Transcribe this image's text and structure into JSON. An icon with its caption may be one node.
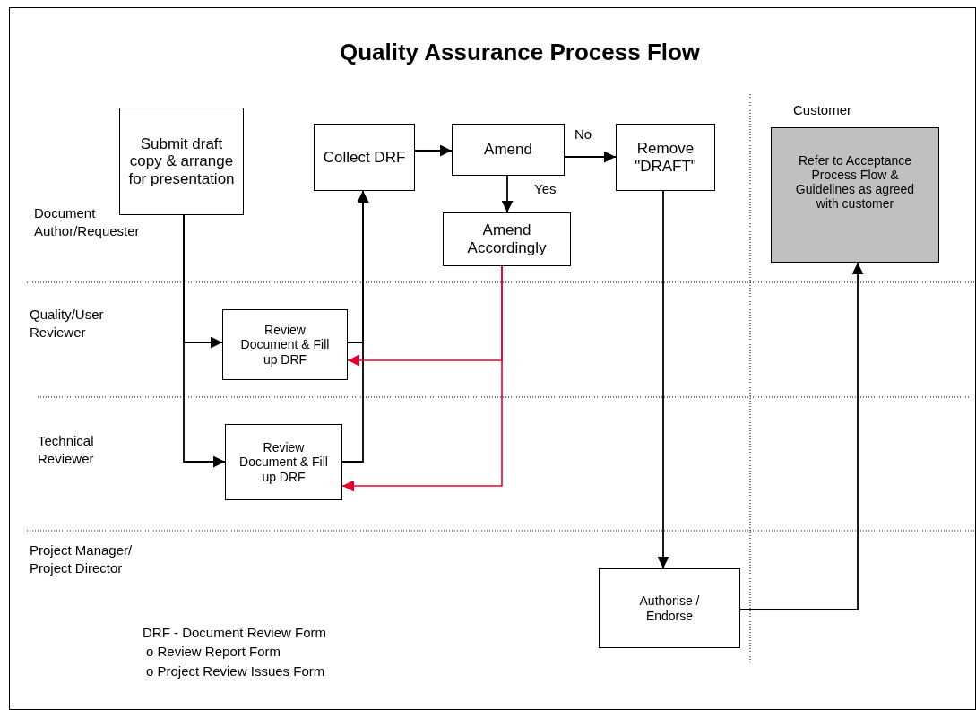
{
  "diagram": {
    "title": "Quality Assurance Process Flow",
    "nodes": [
      {
        "text": [
          "Submit draft copy & arrange for presentation"
        ]
      },
      {
        "text": [
          "Collect DRF"
        ]
      },
      {
        "text": [
          "Amend"
        ]
      },
      {
        "text": [
          "Remove \"DRAFT\""
        ]
      },
      {
        "text": [
          "Amend Accordingly"
        ]
      },
      {
        "text": [
          "Refer to Acceptance Process Flow & Guidelines as agreed with customer"
        ]
      },
      {
        "text": [
          "Review Document & Fill up DRF"
        ]
      },
      {
        "text": [
          "Review Document & Fill up DRF"
        ]
      },
      {
        "text": [
          "Authorise / Endorse"
        ]
      }
    ],
    "edges": [
      {
        "from": 0,
        "to": 6,
        "arrow": "to"
      },
      {
        "from": 0,
        "to": 7,
        "arrow": "to"
      },
      {
        "from": 6,
        "to": 1,
        "arrow": "to"
      },
      {
        "from": 7,
        "to": 1,
        "arrow": "to"
      },
      {
        "from": 1,
        "to": 2,
        "arrow": "to"
      },
      {
        "from": 2,
        "to": 3,
        "arrow": "to",
        "label": "No"
      },
      {
        "from": 2,
        "to": 4,
        "arrow": "to",
        "label": "Yes"
      },
      {
        "from": 4,
        "to": 6,
        "arrow": "to",
        "color": "#e4002b"
      },
      {
        "from": 4,
        "to": 7,
        "arrow": "to",
        "color": "#e4002b"
      },
      {
        "from": 3,
        "to": 8,
        "arrow": "to"
      },
      {
        "from": 8,
        "to": 5,
        "arrow": "to"
      }
    ],
    "labels": [
      "Document Author/Requester",
      "Quality/User Reviewer",
      "Technical Reviewer",
      "Project Manager/ Project Director",
      "Customer",
      "DRF - Document Review Form",
      "o Review Report Form",
      "o Project Review Issues Form"
    ]
  }
}
